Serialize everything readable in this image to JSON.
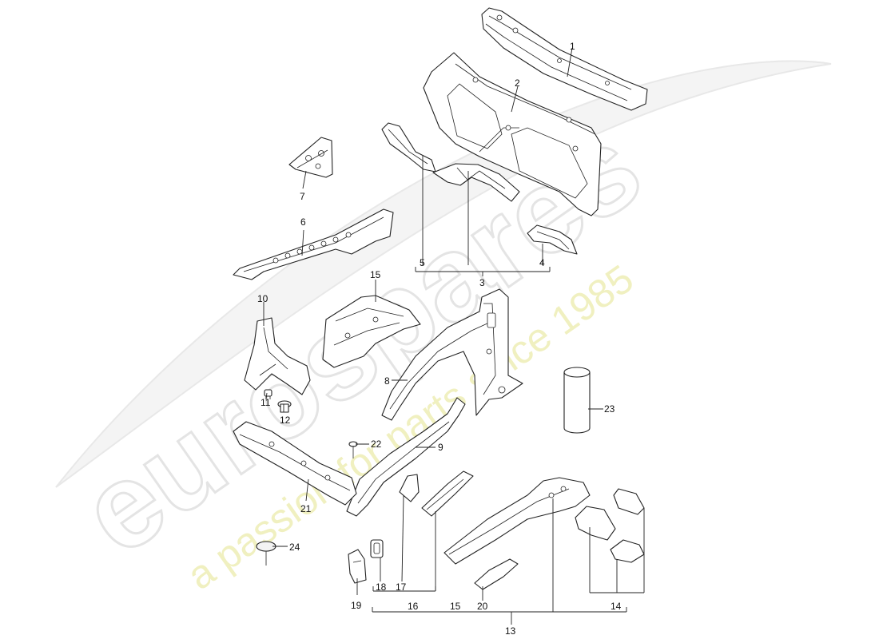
{
  "watermark": {
    "logo_text": "eurospares",
    "tagline": "a passion for parts since 1985"
  },
  "callouts": {
    "c1": "1",
    "c2": "2",
    "c3": "3",
    "c4": "4",
    "c5": "5",
    "c6": "6",
    "c7": "7",
    "c8": "8",
    "c9": "9",
    "c10": "10",
    "c11": "11",
    "c12": "12",
    "c13": "13",
    "c14": "14",
    "c15a": "15",
    "c15b": "15",
    "c16": "16",
    "c17": "17",
    "c18": "18",
    "c19": "19",
    "c20": "20",
    "c21": "21",
    "c22": "22",
    "c23": "23",
    "c24": "24"
  }
}
